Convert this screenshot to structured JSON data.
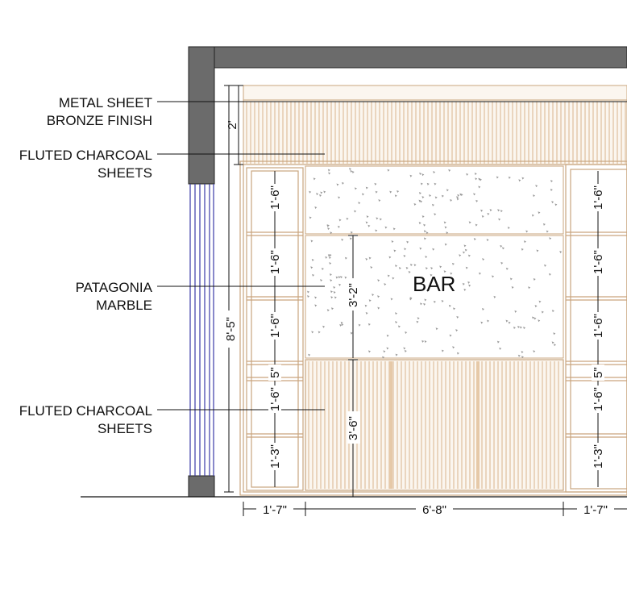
{
  "colors": {
    "wall": "#6b6b6b",
    "wood": "#e6c9a8",
    "wood_dark": "#d8b48c",
    "marble_speck": "#9a9a9a",
    "glass": "#3a3aa8",
    "line": "#111111"
  },
  "callouts": {
    "metal_sheet_line1": "METAL SHEET",
    "metal_sheet_line2": "BRONZE FINISH",
    "fluted_top_line1": "FLUTED CHARCOAL",
    "fluted_top_line2": "SHEETS",
    "marble_line1": "PATAGONIA",
    "marble_line2": "MARBLE",
    "fluted_bottom_line1": "FLUTED CHARCOAL",
    "fluted_bottom_line2": "SHEETS"
  },
  "center_label": "BAR",
  "dimensions": {
    "top_band": "2'",
    "overall_height": "8'-5\"",
    "marble_height": "3'-2\"",
    "counter_height": "3'-6\"",
    "left_width": "1'-7\"",
    "center_width": "6'-8\"",
    "right_width": "1'-7\"",
    "shelf_1": "1'-6\"",
    "shelf_2": "1'-6\"",
    "shelf_3": "1'-6\"",
    "shelf_gap": "5\"",
    "shelf_4": "1'-6\"",
    "shelf_5": "1'-3\""
  }
}
